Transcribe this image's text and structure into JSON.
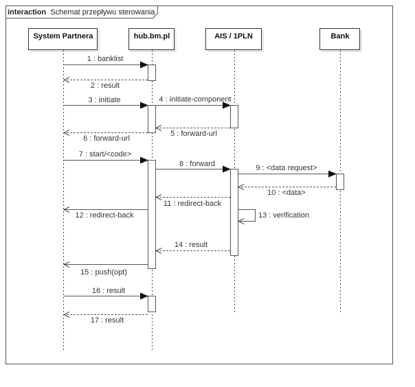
{
  "frame": {
    "keyword": "interaction",
    "title": "Schemat przepływu sterowania"
  },
  "lifelines": [
    {
      "id": "sp",
      "label": "System Partnera"
    },
    {
      "id": "hub",
      "label": "hub.bm.pl"
    },
    {
      "id": "ais",
      "label": "AIS / 1PLN"
    },
    {
      "id": "bank",
      "label": "Bank"
    }
  ],
  "messages": [
    {
      "n": 1,
      "label": "1 : banklist",
      "from": "System Partnera",
      "to": "hub.bm.pl",
      "type": "sync"
    },
    {
      "n": 2,
      "label": "2 : result",
      "from": "hub.bm.pl",
      "to": "System Partnera",
      "type": "return"
    },
    {
      "n": 3,
      "label": "3 : initiate",
      "from": "System Partnera",
      "to": "hub.bm.pl",
      "type": "sync"
    },
    {
      "n": 4,
      "label": "4 : initiate-component",
      "from": "hub.bm.pl",
      "to": "AIS / 1PLN",
      "type": "sync"
    },
    {
      "n": 5,
      "label": "5 : forward-url",
      "from": "AIS / 1PLN",
      "to": "hub.bm.pl",
      "type": "return"
    },
    {
      "n": 6,
      "label": "6 : forward-url",
      "from": "hub.bm.pl",
      "to": "System Partnera",
      "type": "return"
    },
    {
      "n": 7,
      "label": "7 : start/<code>",
      "from": "System Partnera",
      "to": "hub.bm.pl",
      "type": "sync"
    },
    {
      "n": 8,
      "label": "8 : forward",
      "from": "hub.bm.pl",
      "to": "AIS / 1PLN",
      "type": "sync"
    },
    {
      "n": 9,
      "label": "9 : <data request>",
      "from": "AIS / 1PLN",
      "to": "Bank",
      "type": "sync"
    },
    {
      "n": 10,
      "label": "10 : <data>",
      "from": "Bank",
      "to": "AIS / 1PLN",
      "type": "return"
    },
    {
      "n": 11,
      "label": "11 : redirect-back",
      "from": "AIS / 1PLN",
      "to": "hub.bm.pl",
      "type": "return"
    },
    {
      "n": 12,
      "label": "12 : redirect-back",
      "from": "hub.bm.pl",
      "to": "System Partnera",
      "type": "async"
    },
    {
      "n": 13,
      "label": "13 : verification",
      "from": "AIS / 1PLN",
      "to": "AIS / 1PLN",
      "type": "self"
    },
    {
      "n": 14,
      "label": "14 : result",
      "from": "AIS / 1PLN",
      "to": "hub.bm.pl",
      "type": "return"
    },
    {
      "n": 15,
      "label": "15 : push(opt)",
      "from": "hub.bm.pl",
      "to": "System Partnera",
      "type": "async"
    },
    {
      "n": 16,
      "label": "16 : result",
      "from": "System Partnera",
      "to": "hub.bm.pl",
      "type": "sync"
    },
    {
      "n": 17,
      "label": "17 : result",
      "from": "hub.bm.pl",
      "to": "System Partnera",
      "type": "return"
    }
  ],
  "colors": {
    "line": "#555555",
    "frame": "#555555",
    "box_fill": "#ffffff",
    "shadow": "#e8e8e8",
    "text": "#333333"
  }
}
